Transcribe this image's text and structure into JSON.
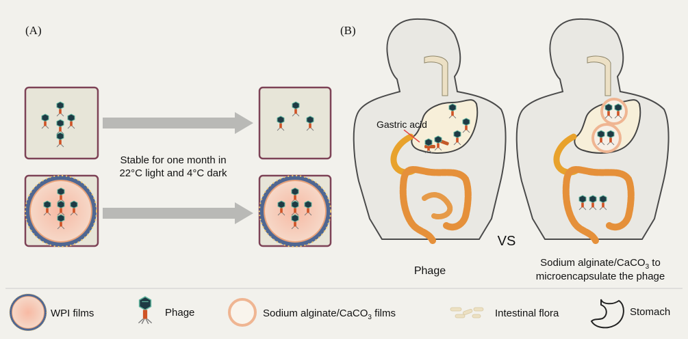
{
  "panels": {
    "a": "(A)",
    "b": "(B)"
  },
  "panel_a": {
    "stability_line1": "Stable for one month in",
    "stability_line2": "22°C light and 4°C dark"
  },
  "panel_b": {
    "gastric_acid": "Gastric acid",
    "left_caption": "Phage",
    "vs": "VS",
    "right_caption_line1_main": "Sodium alginate/CaCO",
    "right_caption_line1_sub": "3",
    "right_caption_line1_tail": " to",
    "right_caption_line2": "microencapsulate the phage"
  },
  "legend": {
    "wpi": "WPI films",
    "phage": "Phage",
    "sodium_main": "Sodium alginate/CaCO",
    "sodium_sub": "3",
    "sodium_tail": " films",
    "flora": "Intestinal flora",
    "stomach": "Stomach"
  },
  "colors": {
    "background": "#f2f1ec",
    "box_fill": "#e7e5d8",
    "box_border": "#7d4256",
    "arrow": "#b9b9b6",
    "wpi_fill": "#f3c4b2",
    "wpi_ring": "#4f6792",
    "alginate_ring": "#efb592",
    "phage_head": "#1e3a44",
    "phage_tail": "#cf5326",
    "body_outline": "#444",
    "stomach_fill": "#f7efd9",
    "intestine": "#e5903a"
  },
  "icons": [
    "phage-icon",
    "wpi-film-icon",
    "alginate-film-icon",
    "intestinal-flora-icon",
    "stomach-icon",
    "arrow-icon"
  ]
}
